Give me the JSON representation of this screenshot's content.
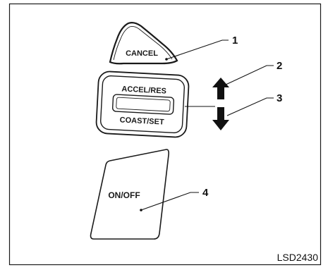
{
  "buttons": {
    "cancel": "CANCEL",
    "accel_res": "ACCEL/RES",
    "coast_set": "COAST/SET",
    "on_off": "ON/OFF"
  },
  "callouts": [
    "1",
    "2",
    "3",
    "4"
  ],
  "figure_code": "LSD2430"
}
